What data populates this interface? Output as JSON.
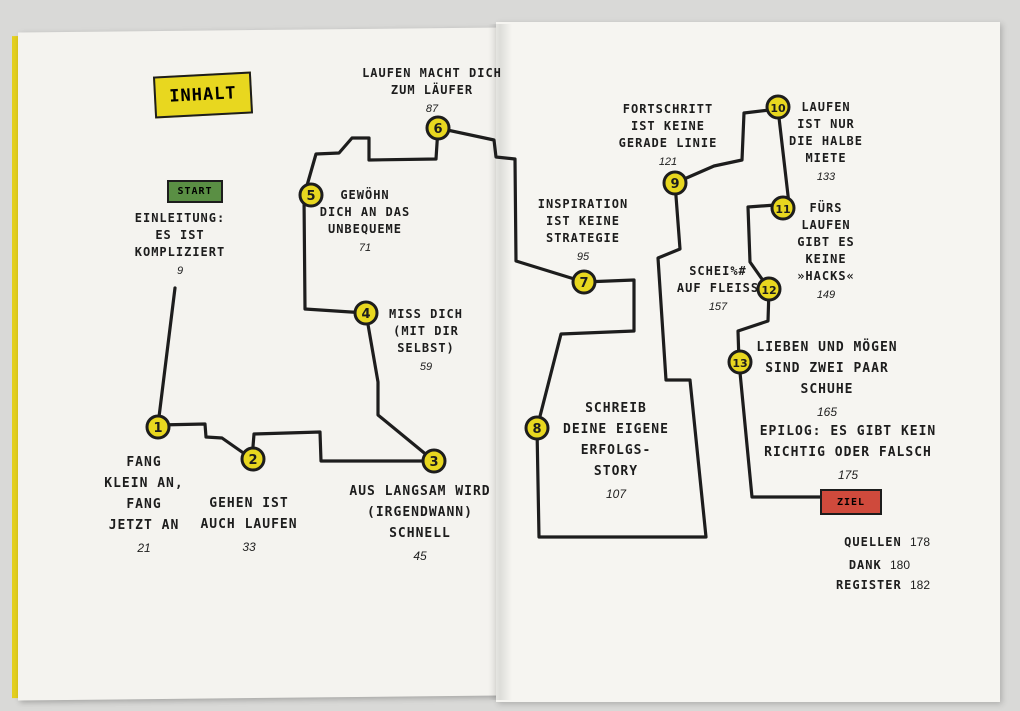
{
  "title": "INHALT",
  "start_label": "START",
  "ziel_label": "ZIEL",
  "chapters": [
    {
      "id": "intro",
      "lines": [
        "EINLEITUNG:",
        "ES IST",
        "KOMPLIZIERT"
      ],
      "page": "9"
    },
    {
      "id": "1",
      "marker": "1",
      "lines": [
        "FANG",
        "KLEIN AN,",
        "FANG",
        "JETZT AN"
      ],
      "page": "21"
    },
    {
      "id": "2",
      "marker": "2",
      "lines": [
        "GEHEN IST",
        "AUCH LAUFEN"
      ],
      "page": "33"
    },
    {
      "id": "3",
      "marker": "3",
      "lines": [
        "AUS LANGSAM WIRD",
        "(IRGENDWANN)",
        "SCHNELL"
      ],
      "page": "45"
    },
    {
      "id": "4",
      "marker": "4",
      "lines": [
        "MISS DICH",
        "(MIT DIR",
        "SELBST)"
      ],
      "page": "59"
    },
    {
      "id": "5",
      "marker": "5",
      "lines": [
        "GEWÖHN",
        "DICH AN DAS",
        "UNBEQUEME"
      ],
      "page": "71"
    },
    {
      "id": "6",
      "marker": "6",
      "lines": [
        "LAUFEN MACHT DICH",
        "ZUM LÄUFER"
      ],
      "page": "87"
    },
    {
      "id": "7",
      "marker": "7",
      "lines": [
        "INSPIRATION",
        "IST KEINE",
        "STRATEGIE"
      ],
      "page": "95"
    },
    {
      "id": "8",
      "marker": "8",
      "lines": [
        "SCHREIB",
        "DEINE EIGENE",
        "ERFOLGS-",
        "STORY"
      ],
      "page": "107"
    },
    {
      "id": "9",
      "marker": "9",
      "lines": [
        "FORTSCHRITT",
        "IST KEINE",
        "GERADE LINIE"
      ],
      "page": "121"
    },
    {
      "id": "10",
      "marker": "10",
      "lines": [
        "LAUFEN",
        "IST NUR",
        "DIE HALBE",
        "MIETE"
      ],
      "page": "133"
    },
    {
      "id": "11",
      "marker": "11",
      "lines": [
        "FÜRS",
        "LAUFEN",
        "GIBT ES",
        "KEINE",
        "»HACKS«"
      ],
      "page": "149"
    },
    {
      "id": "12",
      "marker": "12",
      "lines": [
        "SCHEI%#",
        "AUF FLEISS"
      ],
      "page": "157"
    },
    {
      "id": "13",
      "marker": "13",
      "lines": [
        "LIEBEN UND MÖGEN",
        "SIND ZWEI PAAR",
        "SCHUHE"
      ],
      "page": "165"
    },
    {
      "id": "epilog",
      "lines": [
        "EPILOG: ES GIBT KEIN",
        "RICHTIG ODER FALSCH"
      ],
      "page": "175"
    }
  ],
  "back_matter": [
    {
      "label": "QUELLEN",
      "page": "178"
    },
    {
      "label": "DANK",
      "page": "180"
    },
    {
      "label": "REGISTER",
      "page": "182"
    }
  ],
  "colors": {
    "accent_yellow": "#e8d71f",
    "start_green": "#5a8f44",
    "ziel_red": "#cf4a3c",
    "ink": "#1d1d1d",
    "paper": "#f4f3ef"
  }
}
